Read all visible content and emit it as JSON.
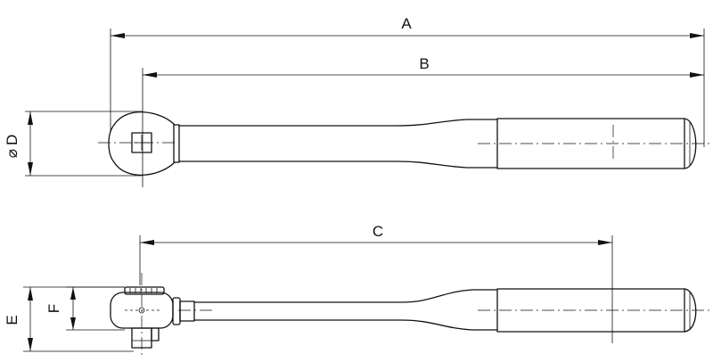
{
  "labels": {
    "A": "A",
    "B": "B",
    "C": "C",
    "D": "D",
    "diameter_symbol": "⌀",
    "E": "E",
    "F": "F"
  }
}
